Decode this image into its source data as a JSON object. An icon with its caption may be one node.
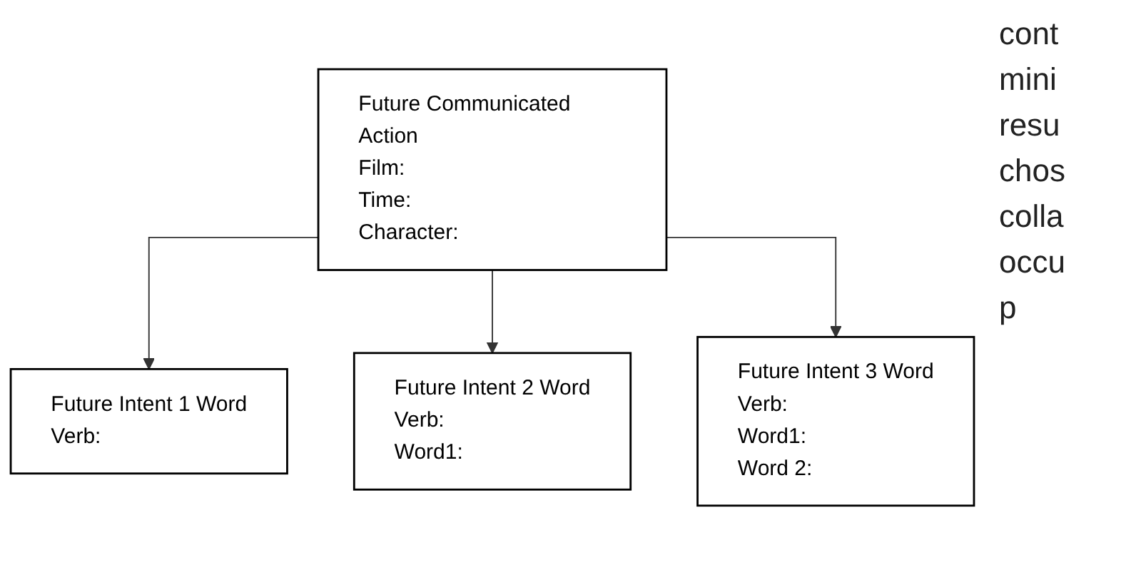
{
  "diagram": {
    "nodes": [
      {
        "text": [
          "Future Communicated Action",
          "Film:",
          "Time:",
          "Character:"
        ]
      },
      {
        "text": [
          "Future Intent 1 Word",
          "Verb:"
        ]
      },
      {
        "text": [
          "Future Intent 2 Word",
          "Verb:",
          "Word1:"
        ]
      },
      {
        "text": [
          "Future Intent 3 Word",
          "Verb:",
          "Word1:",
          "Word 2:"
        ]
      }
    ],
    "edges": [
      {
        "from": 0,
        "to": 1,
        "arrow": "to"
      },
      {
        "from": 0,
        "to": 2,
        "arrow": "to"
      },
      {
        "from": 0,
        "to": 3,
        "arrow": "to"
      }
    ],
    "labels": [
      "cont",
      "mini",
      "resu",
      "chos",
      "colla",
      "occu",
      "p"
    ]
  }
}
